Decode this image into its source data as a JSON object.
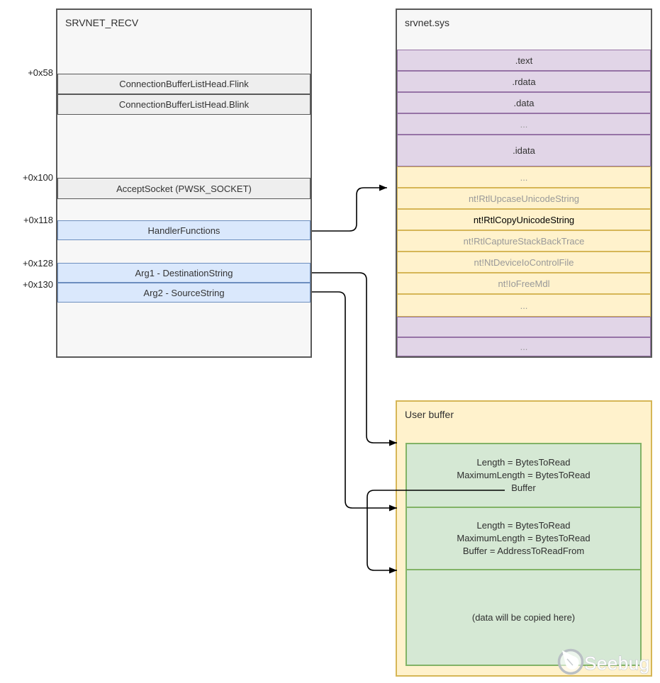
{
  "theme": {
    "gray_fill": "#f7f7f7",
    "gray_row_fill": "#eeeeee",
    "dark_border": "#595959",
    "blue_fill": "#dae8fc",
    "blue_border": "#6c8ebf",
    "purple_fill": "#e1d5e7",
    "purple_border": "#9673a6",
    "yellow_fill": "#fff2cc",
    "yellow_border": "#d6b656",
    "green_fill": "#d5e8d4",
    "green_border": "#82b366",
    "muted_text": "#999999",
    "text": "#333333",
    "arrow": "#000000"
  },
  "srvnet_recv": {
    "title": "SRVNET_RECV",
    "offsets": [
      {
        "text": "+0x58"
      },
      {
        "text": "+0x100"
      },
      {
        "text": "+0x118"
      },
      {
        "text": "+0x128"
      },
      {
        "text": "+0x130"
      }
    ],
    "fields": [
      {
        "label": "ConnectionBufferListHead.Flink"
      },
      {
        "label": "ConnectionBufferListHead.Blink"
      },
      {
        "label": "AcceptSocket (PWSK_SOCKET)"
      },
      {
        "label": "HandlerFunctions"
      },
      {
        "label": "Arg1 - DestinationString"
      },
      {
        "label": "Arg2 - SourceString"
      }
    ]
  },
  "srvnet_sys": {
    "title": "srvnet.sys",
    "sections": [
      {
        "label": ".text"
      },
      {
        "label": ".rdata"
      },
      {
        "label": ".data"
      },
      {
        "label": "..."
      },
      {
        "label": ".idata"
      },
      {
        "label": "..."
      },
      {
        "label": "nt!RtlUpcaseUnicodeString"
      },
      {
        "label": "nt!RtlCopyUnicodeString"
      },
      {
        "label": "nt!RtlCaptureStackBackTrace"
      },
      {
        "label": "nt!NtDeviceIoControlFile"
      },
      {
        "label": "nt!IoFreeMdl"
      },
      {
        "label": "..."
      },
      {
        "label": ""
      },
      {
        "label": "..."
      }
    ]
  },
  "user_buffer": {
    "title": "User buffer",
    "sections": [
      {
        "lines": [
          "Length = BytesToRead",
          "MaximumLength = BytesToRead",
          "Buffer"
        ]
      },
      {
        "lines": [
          "Length = BytesToRead",
          "MaximumLength = BytesToRead",
          "Buffer = AddressToReadFrom"
        ]
      },
      {
        "lines": [
          "(data will be copied here)"
        ]
      }
    ]
  },
  "watermark": {
    "label": "Seebug"
  }
}
